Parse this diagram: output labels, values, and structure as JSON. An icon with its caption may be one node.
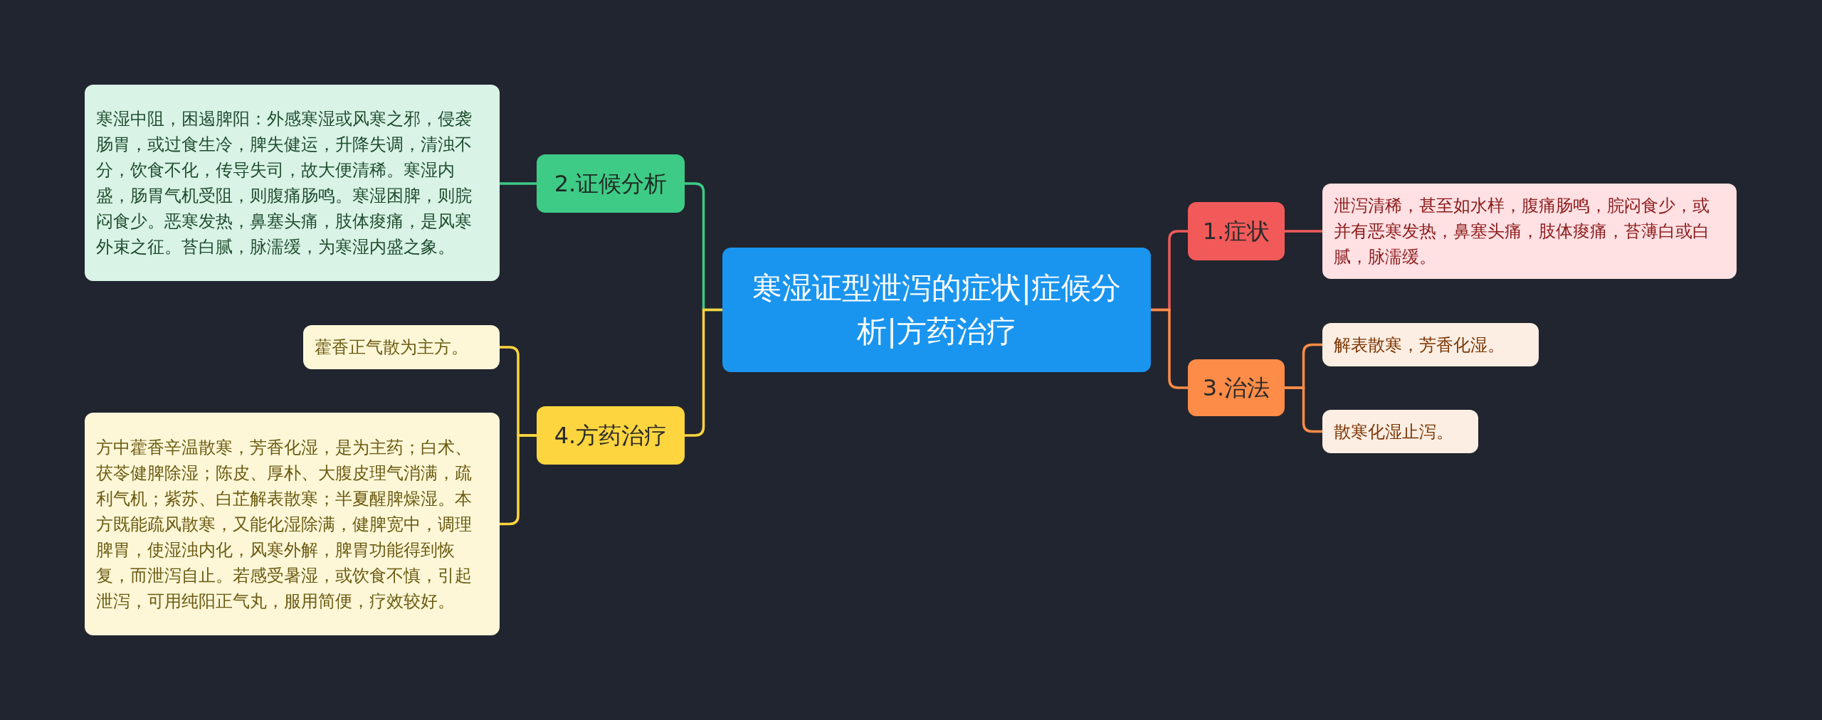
{
  "diagram": {
    "nodes": [
      {
        "text": [
          "寒湿证型泄泻的症状|症候分析|方药治疗"
        ]
      },
      {
        "text": [
          "1.症状"
        ]
      },
      {
        "text": [
          "泄泻清稀，甚至如水样，腹痛肠鸣，脘闷食少，或并有恶寒发热，鼻塞头痛，肢体痠痛，苔薄白或白腻，脉濡缓。"
        ]
      },
      {
        "text": [
          "2.证候分析"
        ]
      },
      {
        "text": [
          "寒湿中阻，困遏脾阳：外感寒湿或风寒之邪，侵袭肠胃，或过食生冷，脾失健运，升降失调，清浊不分，饮食不化，传导失司，故大便清稀。寒湿内盛，肠胃气机受阻，则腹痛肠鸣。寒湿困脾，则脘闷食少。恶寒发热，鼻塞头痛，肢体痠痛，是风寒外束之征。苔白腻，脉濡缓，为寒湿内盛之象。"
        ]
      },
      {
        "text": [
          "3.治法"
        ]
      },
      {
        "text": [
          "解表散寒，芳香化湿。"
        ]
      },
      {
        "text": [
          "散寒化湿止泻。"
        ]
      },
      {
        "text": [
          "4.方药治疗"
        ]
      },
      {
        "text": [
          "藿香正气散为主方。"
        ]
      },
      {
        "text": [
          "方中藿香辛温散寒，芳香化湿，是为主药；白术、茯苓健脾除湿；陈皮、厚朴、大腹皮理气消满，疏利气机；紫苏、白芷解表散寒；半夏醒脾燥湿。本方既能疏风散寒，又能化湿除满，健脾宽中，调理脾胃，使湿浊内化，风寒外解，脾胃功能得到恢复，而泄泻自止。若感受暑湿，或饮食不慎，引起泄泻，可用纯阳正气丸，服用简便，疗效较好。"
        ]
      }
    ],
    "edges": [
      {
        "from": 0,
        "to": 1,
        "arrow": "none",
        "color": "#f25a5a"
      },
      {
        "from": 1,
        "to": 2,
        "arrow": "none",
        "color": "#f25a5a"
      },
      {
        "from": 0,
        "to": 3,
        "arrow": "none",
        "color": "#3ecb86"
      },
      {
        "from": 3,
        "to": 4,
        "arrow": "none",
        "color": "#3ecb86"
      },
      {
        "from": 0,
        "to": 5,
        "arrow": "none",
        "color": "#fd8c48"
      },
      {
        "from": 5,
        "to": 6,
        "arrow": "none",
        "color": "#fd8c48"
      },
      {
        "from": 5,
        "to": 7,
        "arrow": "none",
        "color": "#fd8c48"
      },
      {
        "from": 0,
        "to": 8,
        "arrow": "none",
        "color": "#fdd53f"
      },
      {
        "from": 8,
        "to": 9,
        "arrow": "none",
        "color": "#fdd53f"
      },
      {
        "from": 8,
        "to": 10,
        "arrow": "none",
        "color": "#fdd53f"
      }
    ]
  }
}
